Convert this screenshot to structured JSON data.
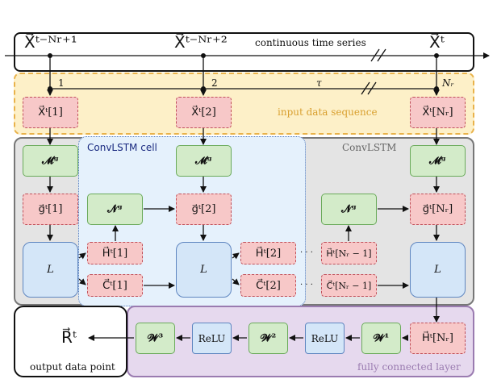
{
  "time_series": {
    "label": "continuous time series",
    "x_first": "X⃗ᵗ⁻ᴺʳ⁺¹",
    "x_second": "X⃗ᵗ⁻ᴺʳ⁺²",
    "x_last": "X⃗ᵗ",
    "tick_1": "1",
    "tick_2": "2",
    "tick_tau": "τ",
    "tick_n": "Nᵣ"
  },
  "input": {
    "label": "input data sequence",
    "x1": "X⃗ᵗ[1]",
    "x2": "X⃗ᵗ[2]",
    "xn": "X⃗ᵗ[Nᵣ]"
  },
  "convlstm": {
    "label": "ConvLSTM",
    "cell_label": "ConvLSTM cell",
    "m_label": "𝓜ᵍ",
    "n_label": "𝓝ᵍ",
    "g1": "g⃗ᵗ[1]",
    "g2": "g⃗ᵗ[2]",
    "gn": "g⃗ᵗ[Nᵣ]",
    "l_label": "L",
    "h1": "H⃗ᵗ[1]",
    "c1": "C⃗ᵗ[1]",
    "h2": "H⃗ᵗ[2]",
    "c2": "C⃗ᵗ[2]",
    "hn1": "H⃗ᵗ[Nᵣ − 1]",
    "cn1": "C⃗ᵗ[Nᵣ − 1]",
    "dots": "· · ·"
  },
  "fc": {
    "label": "fully connected layer",
    "hn": "H⃗ᵗ[Nᵣ]",
    "w1": "𝓦¹",
    "w2": "𝓦²",
    "w3": "𝓦³",
    "relu": "ReLU"
  },
  "output": {
    "value": "R⃗ᵗ",
    "label": "output data point"
  },
  "colors": {
    "input_bg": "#fdf0c8",
    "input_border": "#e9b24a",
    "conv_bg": "#e4e4e4",
    "cell_bg": "#e5f1fc",
    "fc_bg": "#e6d9ee",
    "pink": "#f7c8c8",
    "green": "#d3ebc9",
    "blue": "#d4e6f8"
  }
}
